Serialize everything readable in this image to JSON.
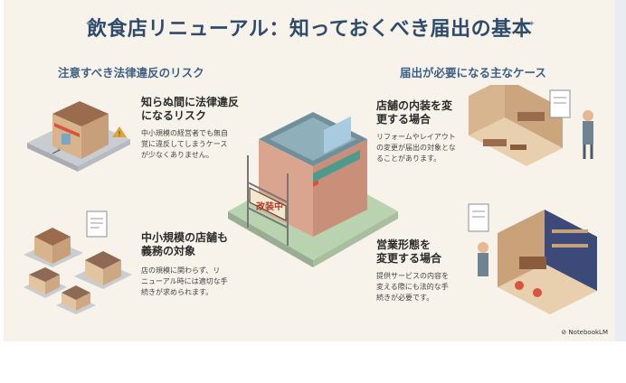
{
  "title": "飲食店リニューアル：知っておくべき届出の基本",
  "left_section": {
    "heading": "注意すべき法律違反のリスク",
    "items": [
      {
        "title_l1": "知らぬ間に法律違反",
        "title_l2": "になるリスク",
        "body_l1": "中小規模の経営者でも無自",
        "body_l2": "覚に違反してしまうケース",
        "body_l3": "が少なくありません。"
      },
      {
        "title_l1": "中小規模の店舗も",
        "title_l2": "義務の対象",
        "body_l1": "店の規模に関わらず、リ",
        "body_l2": "ニューアル時には適切な手",
        "body_l3": "続きが求められます。"
      }
    ]
  },
  "right_section": {
    "heading": "届出が必要になる主なケース",
    "items": [
      {
        "title_l1": "店舗の内装を変",
        "title_l2": "更する場合",
        "body_l1": "リフォームやレイアウト",
        "body_l2": "の変更が届出の対象とな",
        "body_l3": "ることがあります。"
      },
      {
        "title_l1": "営業形態を",
        "title_l2": "変更する場合",
        "body_l1": "提供サービスの内容を",
        "body_l2": "変える際にも法的な手",
        "body_l3": "続きが必要です。"
      }
    ]
  },
  "center_sign": "改装中",
  "logo_text": "NotebookLM"
}
